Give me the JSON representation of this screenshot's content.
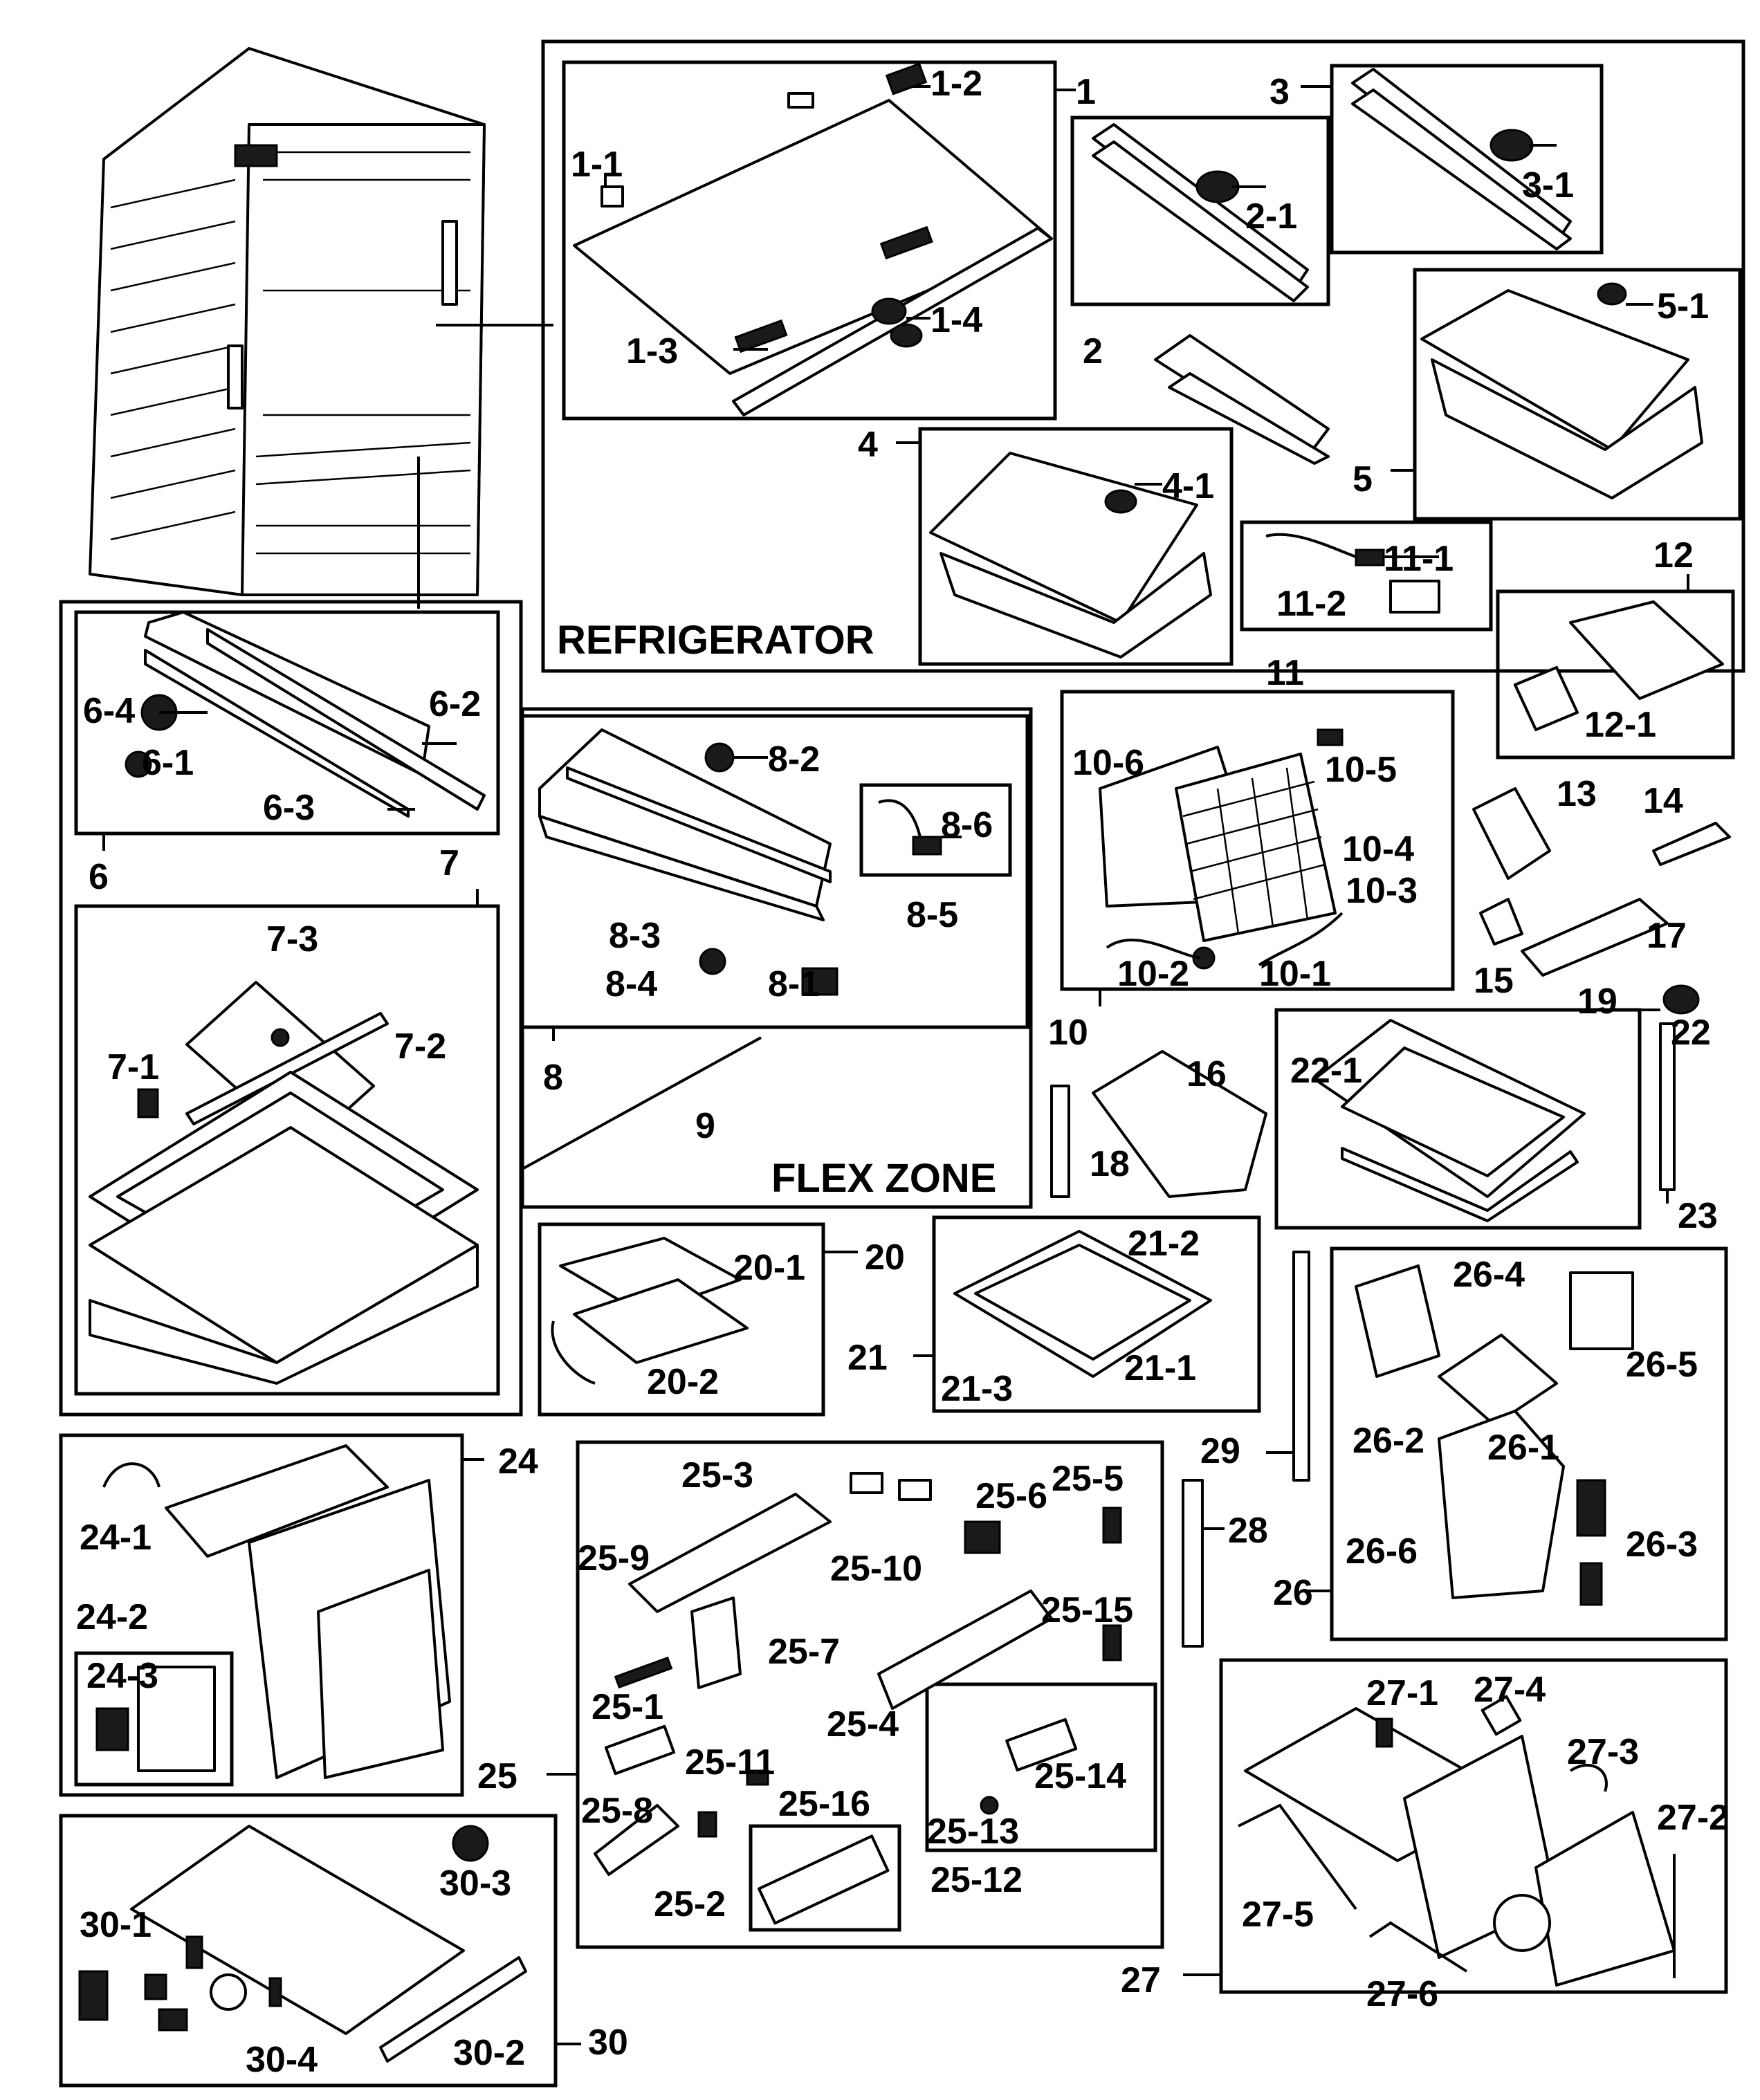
{
  "zones": {
    "refrigerator": "REFRIGERATOR",
    "flex_zone": "FLEX ZONE"
  },
  "callouts": [
    "1",
    "1-1",
    "1-2",
    "1-3",
    "1-4",
    "2",
    "2-1",
    "3",
    "3-1",
    "4",
    "4-1",
    "5",
    "5-1",
    "6",
    "6-1",
    "6-2",
    "6-3",
    "6-4",
    "7",
    "7-1",
    "7-2",
    "7-3",
    "8",
    "8-1",
    "8-2",
    "8-3",
    "8-4",
    "8-5",
    "8-6",
    "9",
    "10",
    "10-1",
    "10-2",
    "10-3",
    "10-4",
    "10-5",
    "10-6",
    "11",
    "11-1",
    "11-2",
    "12",
    "12-1",
    "13",
    "14",
    "15",
    "16",
    "17",
    "18",
    "19",
    "20",
    "20-1",
    "20-2",
    "21",
    "21-1",
    "21-2",
    "21-3",
    "22",
    "22-1",
    "23",
    "24",
    "24-1",
    "24-2",
    "24-3",
    "25",
    "25-1",
    "25-2",
    "25-3",
    "25-4",
    "25-5",
    "25-6",
    "25-7",
    "25-8",
    "25-9",
    "25-10",
    "25-11",
    "25-12",
    "25-13",
    "25-14",
    "25-15",
    "25-16",
    "26",
    "26-1",
    "26-2",
    "26-3",
    "26-4",
    "26-5",
    "26-6",
    "27",
    "27-1",
    "27-2",
    "27-3",
    "27-4",
    "27-5",
    "27-6",
    "28",
    "29",
    "30",
    "30-1",
    "30-2",
    "30-3",
    "30-4"
  ]
}
